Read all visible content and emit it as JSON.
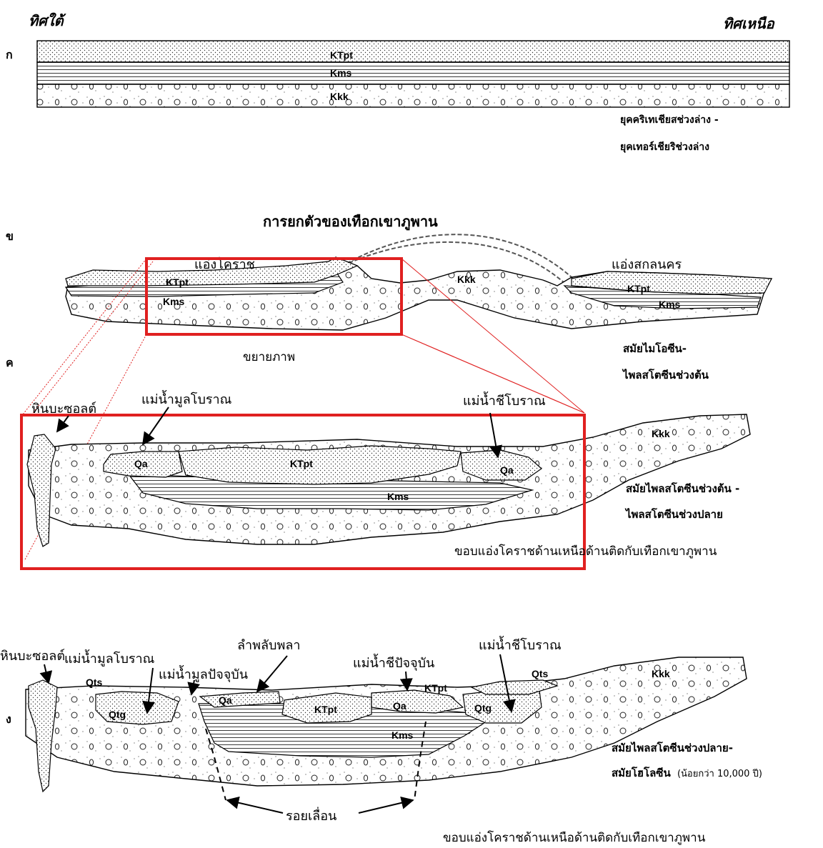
{
  "directions": {
    "south": "ทิศใต้",
    "north": "ทิศเหนือ"
  },
  "panels": {
    "a": {
      "letter": "ก",
      "units": [
        "KTpt",
        "Kms",
        "Kkk"
      ],
      "age": [
        "ยุคคริเทเชียสช่วงล่าง -",
        "ยุคเทอร์เชียริช่วงล่าง"
      ]
    },
    "b": {
      "letter": "ข",
      "title": "การยกตัวของเทือกเขาภูพาน",
      "basin_left": "แอ่งโคราช",
      "basin_right": "แอ่งสกลนคร",
      "units_left": [
        "KTpt",
        "Kms"
      ],
      "unit_mid": "Kkk",
      "units_right": [
        "KTpt",
        "Kms"
      ],
      "zoom": "ขยายภาพ",
      "age": [
        "สมัยไมโอซีน-",
        "ไพลสโตซีนช่วงต้น"
      ]
    },
    "c": {
      "letter": "ค",
      "basalt": "หินบะซอลต์",
      "ancient_mun": "แม่น้ำมูลโบราณ",
      "ancient_chi": "แม่น้ำชีโบราณ",
      "units": {
        "qa_left": "Qa",
        "ktpt": "KTpt",
        "qa_right": "Qa",
        "kkk": "Kkk",
        "kms": "Kms"
      },
      "age": [
        "สมัยไพลสโตซีนช่วงต้น -",
        "ไพลสโตซีนช่วงปลาย"
      ],
      "caption": "ขอบแอ่งโคราชด้านเหนือด้านติดกับเทือกเขาภูพาน"
    },
    "d": {
      "letter": "ง",
      "basalt": "หินบะซอลต์",
      "ancient_mun": "แม่น้ำมูลโบราณ",
      "modern_mun": "แม่น้ำมูลปัจจุบัน",
      "lam_phlap_phla": "ลำพลับพลา",
      "modern_chi": "แม่น้ำชีปัจจุบัน",
      "ancient_chi": "แม่น้ำชีโบราณ",
      "units": {
        "qts_left": "Qts",
        "qtg_left": "Qtg",
        "qa_left": "Qa",
        "ktpt_mid": "KTpt",
        "qa_right": "Qa",
        "ktpt_right": "KTpt",
        "qtg_right": "Qtg",
        "qts_right": "Qts",
        "kkk": "Kkk",
        "kms": "Kms"
      },
      "age_line1": "สมัยไพลสโตซีนช่วงปลาย-",
      "age_line2": "สมัยโฮโลซีน",
      "age_note": "(น้อยกว่า 10,000 ปี)",
      "fault": "รอยเลื่อน",
      "caption": "ขอบแอ่งโคราชด้านเหนือด้านติดกับเทือกเขาภูพาน"
    }
  }
}
